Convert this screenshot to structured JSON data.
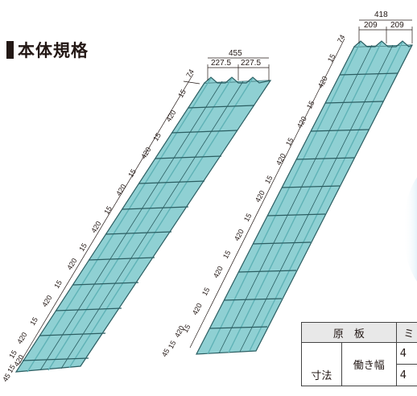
{
  "heading": "本体規格",
  "left_tile": {
    "width_total": "455",
    "width_halves": [
      "227.5",
      "227.5"
    ],
    "top_overlap": "74",
    "row_lengths": [
      "15",
      "420",
      "15",
      "420",
      "15",
      "420",
      "15",
      "420",
      "15",
      "420",
      "15",
      "420",
      "15",
      "420",
      "15",
      "420"
    ],
    "bottom_labels": [
      "45",
      "15"
    ]
  },
  "right_tile": {
    "width_total": "418",
    "width_halves": [
      "209",
      "209"
    ],
    "top_overlap": "74",
    "row_lengths": [
      "15",
      "420",
      "15",
      "420",
      "15",
      "420",
      "15",
      "420",
      "15",
      "420",
      "15",
      "420",
      "15",
      "420",
      "15",
      "420"
    ],
    "bottom_labels": [
      "45",
      "15"
    ]
  },
  "spec_table": {
    "header_label": "原　板",
    "header_value": "ミ",
    "row_group_label": "寸法",
    "row_label": "働き幅",
    "row_values": [
      "4",
      "4"
    ]
  },
  "colors": {
    "tile_fill": "#8fd0d3",
    "tile_dark": "#5fb2b6",
    "tile_line": "#2b5e62",
    "accent_blue": "#3ea1d8"
  }
}
